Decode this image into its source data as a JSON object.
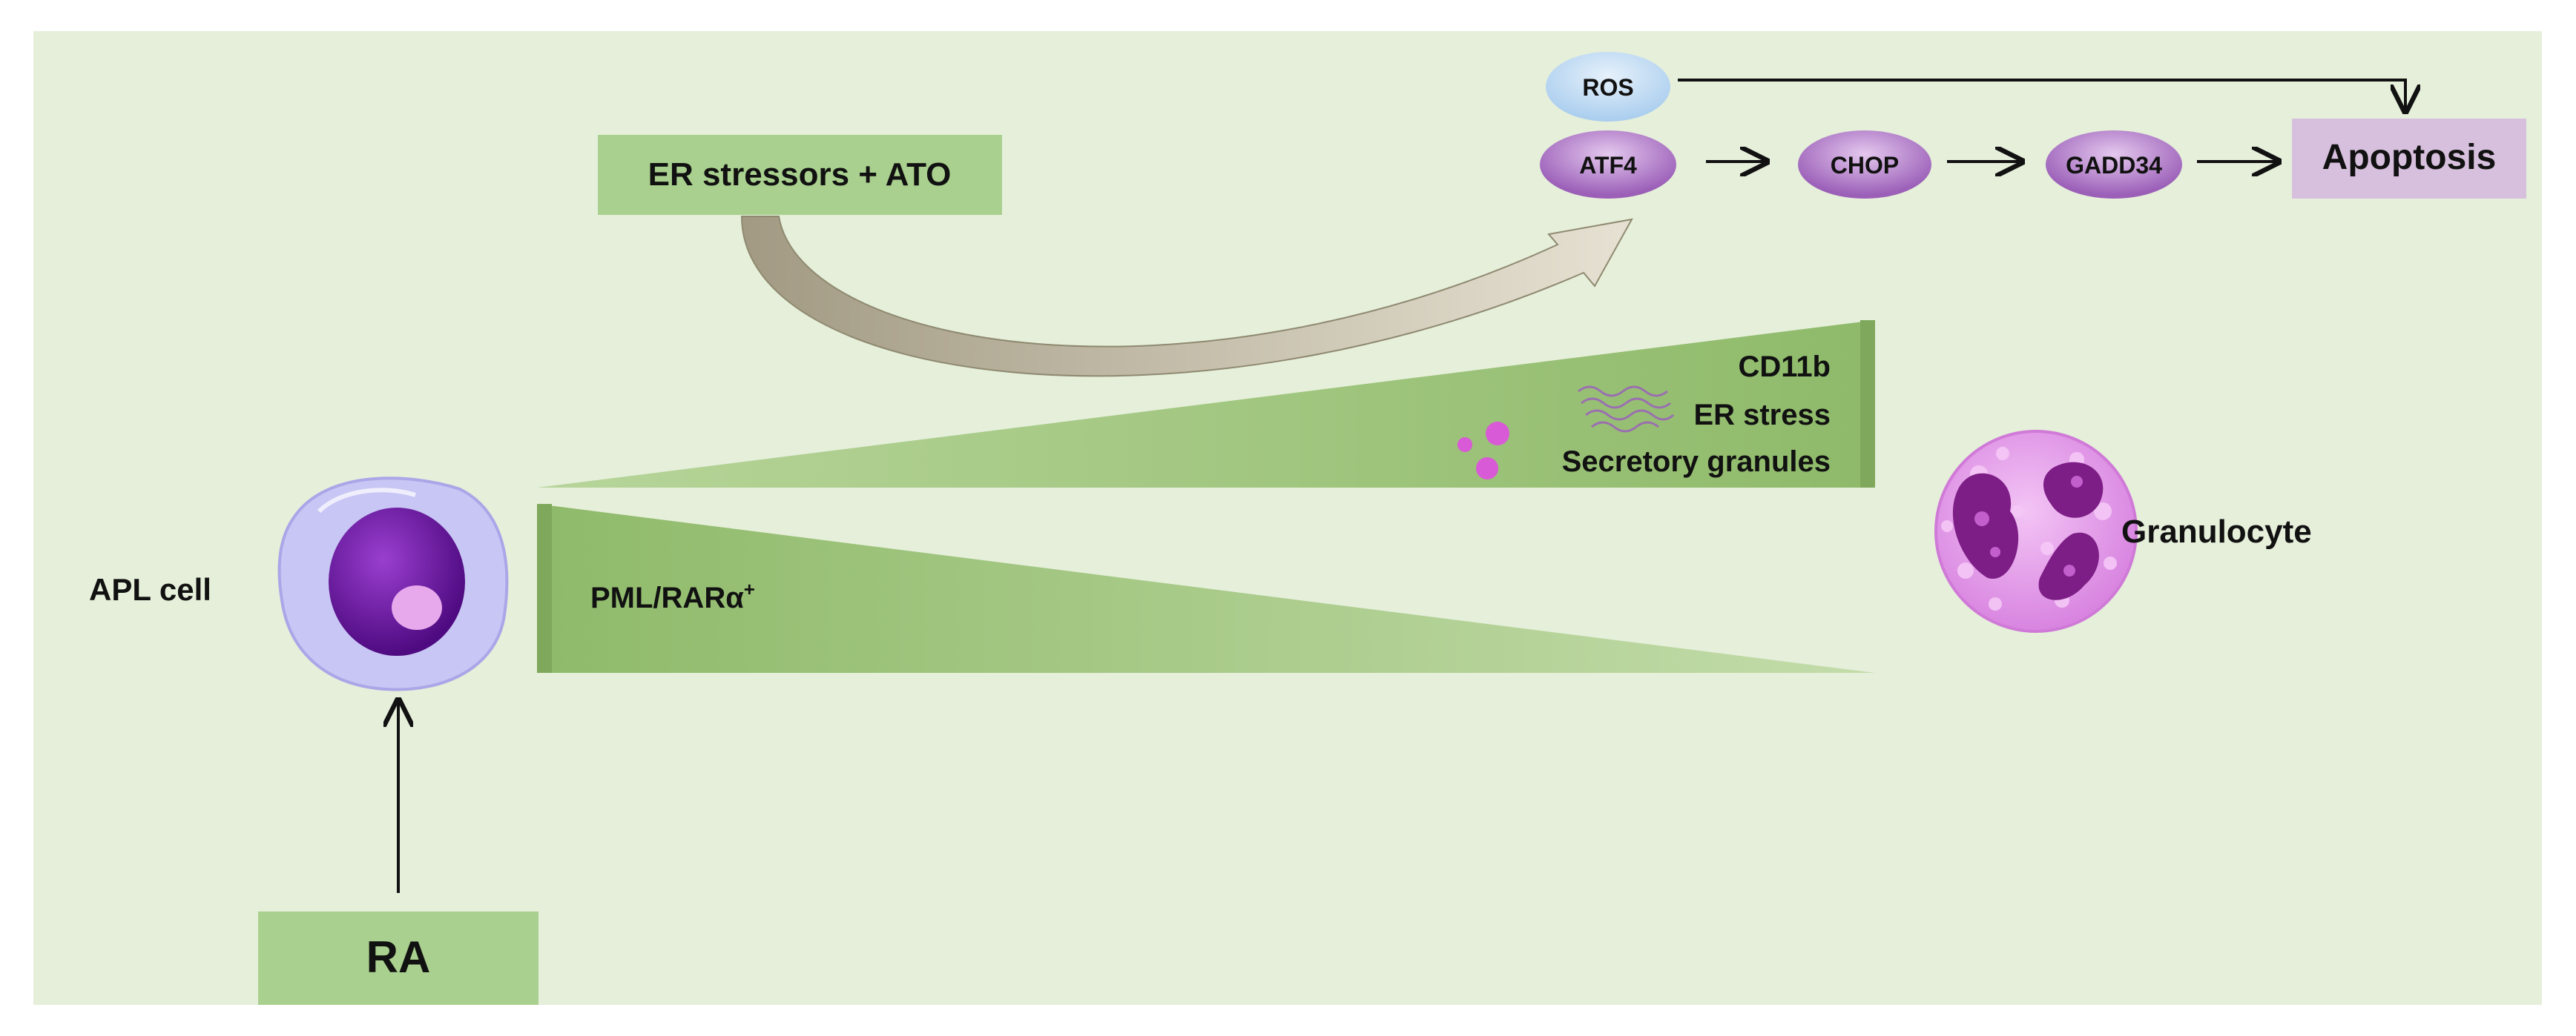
{
  "colors": {
    "panel": "#e5efda",
    "box_green": "#a9d08e",
    "box_purple": "#d7c0dd",
    "oval_purple": "#b07cc6",
    "ros_blue": "#bcd8f0",
    "wedge_green": "#9cc27a",
    "curve_arrow": "#b5b09c",
    "cell_membrane": "#c5c3f2",
    "cell_nucleus": "#6a0f9e",
    "granulocyte": "#e8a2ec"
  },
  "labels": {
    "er_stressors": "ER stressors + ATO",
    "ros": "ROS",
    "atf4": "ATF4",
    "chop": "CHOP",
    "gadd34": "GADD34",
    "apoptosis": "Apoptosis",
    "cd11b": "CD11b",
    "er_stress": "ER stress",
    "secretory_granules": "Secretory granules",
    "pml_rar_base": "PML/RARα",
    "pml_rar_sup": "+",
    "apl_cell": "APL cell",
    "granulocyte": "Granulocyte",
    "ra": "RA"
  },
  "icons": {
    "apl_cell": "apl-cell-icon",
    "granulocyte": "granulocyte-icon",
    "er_stress": "endoplasmic-reticulum-icon",
    "granules": "secretory-granules-icon"
  }
}
